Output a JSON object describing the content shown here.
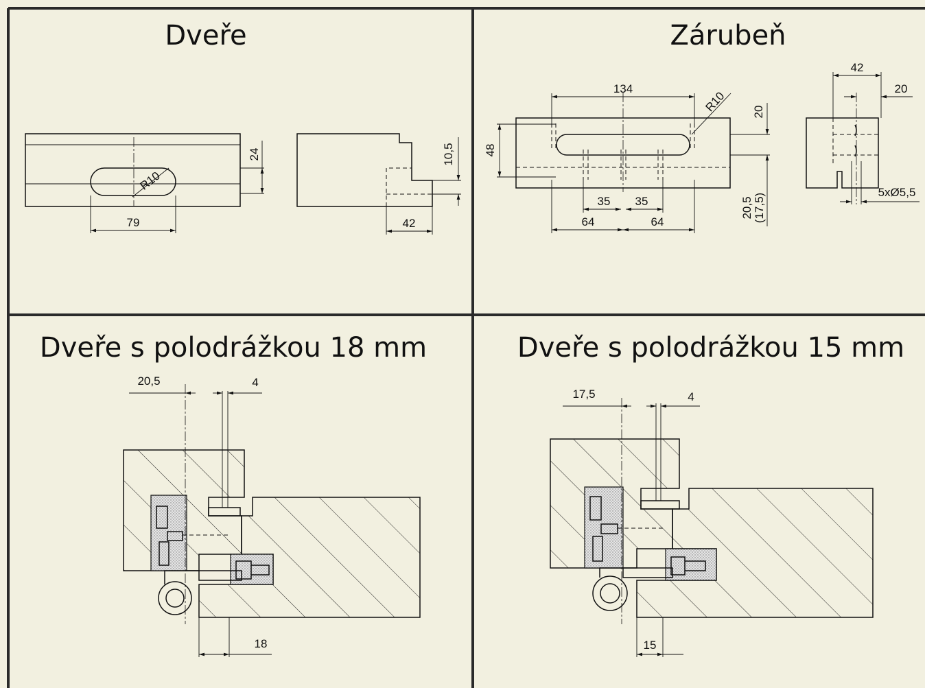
{
  "colors": {
    "paper": "#f2f0e0",
    "frame": "#2a2a2a",
    "line": "#111111"
  },
  "panels": {
    "door": {
      "title": "Dveře",
      "dims": {
        "d24": "24",
        "r10": "R10",
        "d79": "79",
        "d10_5": "10,5",
        "d42": "42"
      }
    },
    "frame": {
      "title": "Zárubeň",
      "dims": {
        "d134": "134",
        "r10": "R10",
        "d48": "48",
        "d20": "20",
        "d35a": "35",
        "d35b": "35",
        "d64a": "64",
        "d64b": "64",
        "d20_5": "20,5",
        "d17_5": "(17,5)",
        "d42": "42",
        "d20b": "20",
        "holes": "5xØ5,5"
      }
    },
    "rebate18": {
      "title": "Dveře s polodrážkou 18 mm",
      "dims": {
        "d20_5": "20,5",
        "d4": "4",
        "d18": "18"
      }
    },
    "rebate15": {
      "title": "Dveře s polodrážkou 15 mm",
      "dims": {
        "d17_5": "17,5",
        "d4": "4",
        "d15": "15"
      }
    }
  }
}
